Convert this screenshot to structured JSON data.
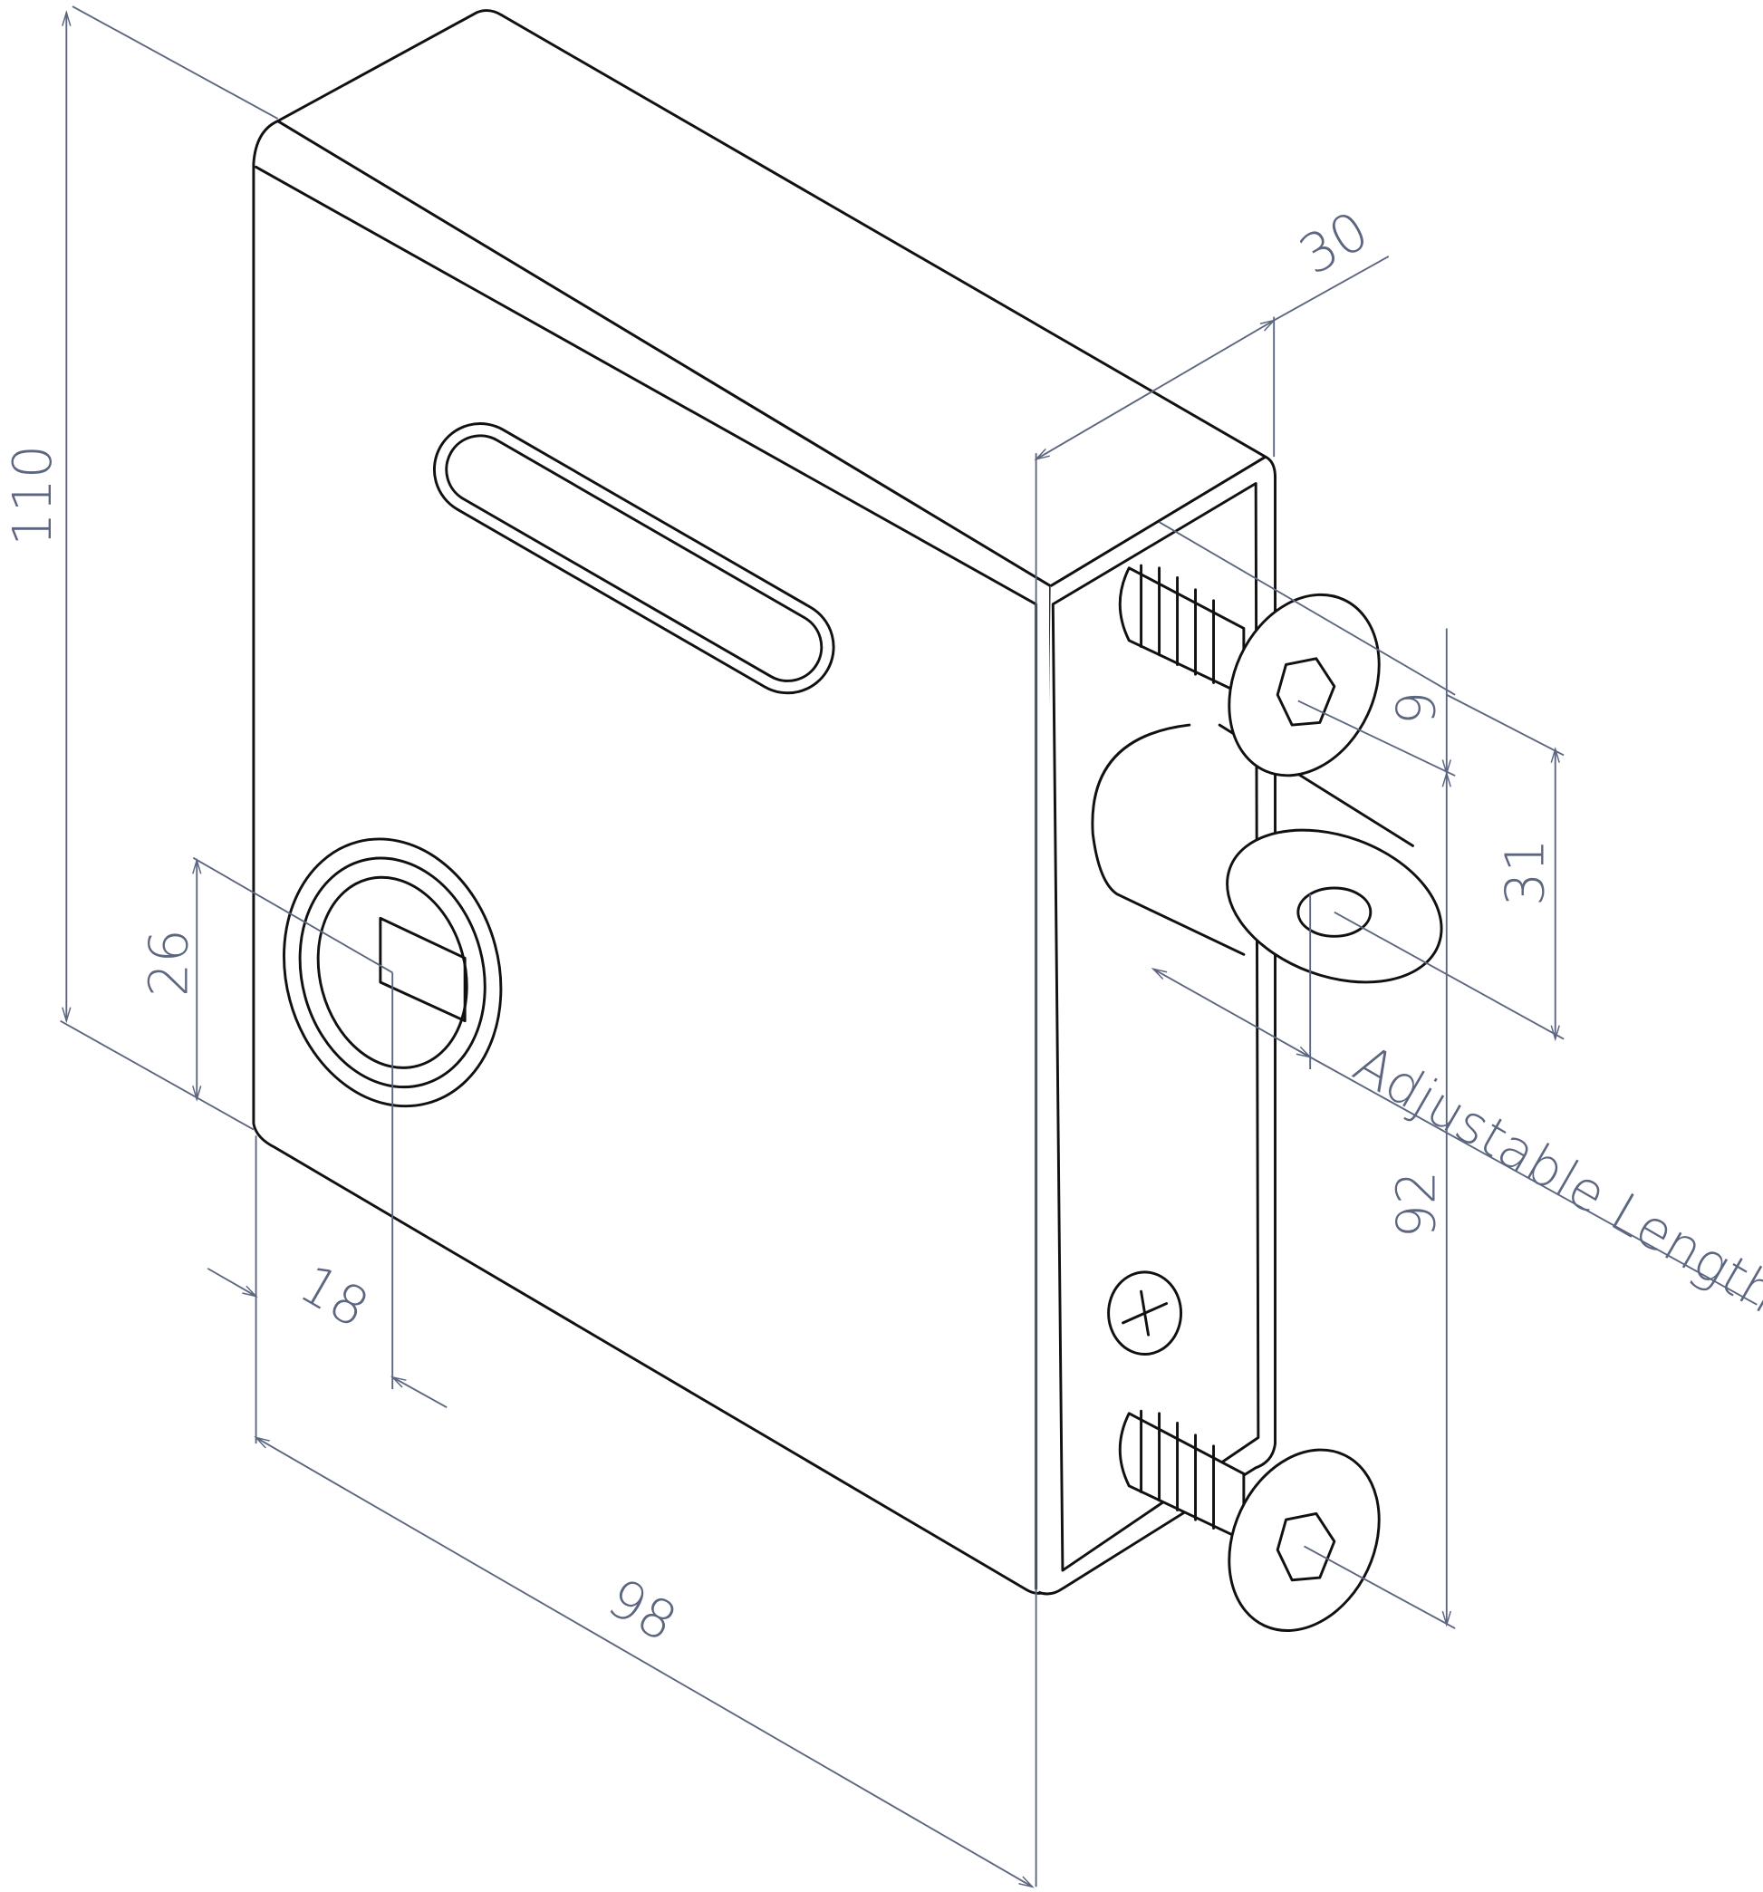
{
  "drawing": {
    "dimensions": {
      "height": "110",
      "depth": "30",
      "screw_offset": "9",
      "bolt_offset": "31",
      "key_height": "26",
      "key_backset": "18",
      "width": "98",
      "screw_spacing": "92",
      "adjustable": "Adjustable Length"
    },
    "colors": {
      "outline": "#111111",
      "dimension": "#5c6680"
    }
  }
}
